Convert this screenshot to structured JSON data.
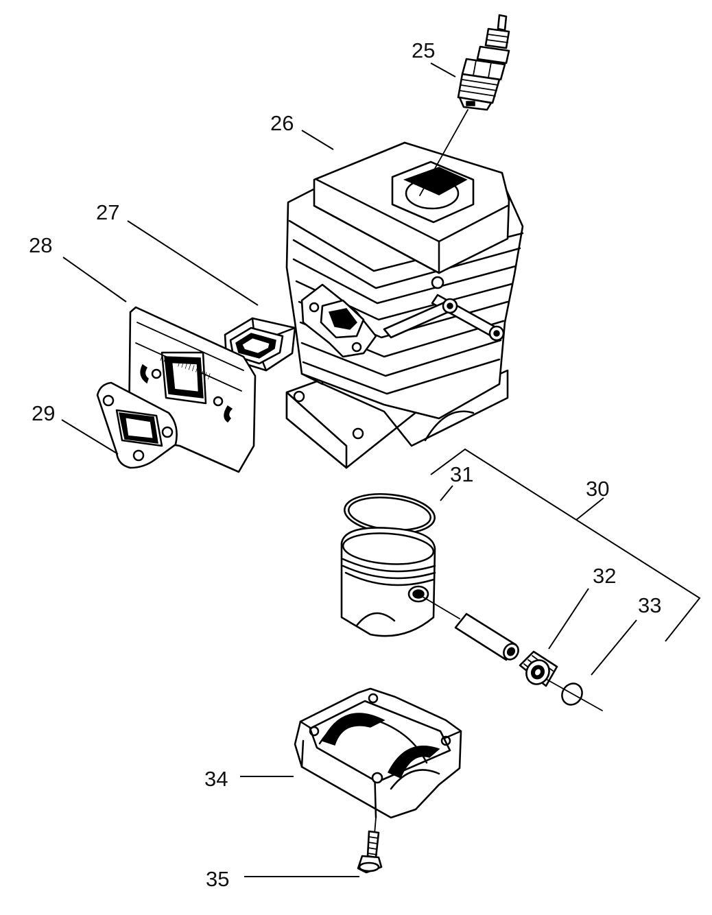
{
  "callouts": [
    {
      "id": "25",
      "label": "25"
    },
    {
      "id": "26",
      "label": "26"
    },
    {
      "id": "27",
      "label": "27"
    },
    {
      "id": "28",
      "label": "28"
    },
    {
      "id": "29",
      "label": "29"
    },
    {
      "id": "30",
      "label": "30"
    },
    {
      "id": "31",
      "label": "31"
    },
    {
      "id": "32",
      "label": "32"
    },
    {
      "id": "33",
      "label": "33"
    },
    {
      "id": "34",
      "label": "34"
    },
    {
      "id": "35",
      "label": "35"
    }
  ]
}
